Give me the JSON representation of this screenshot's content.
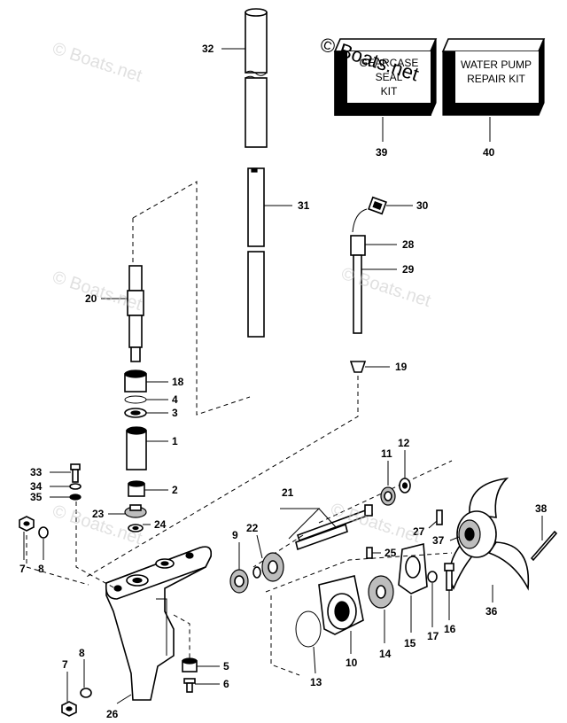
{
  "watermark": "© Boats.net",
  "kits": [
    {
      "num": "39",
      "lines": [
        "GEARCASE",
        "SEAL",
        "KIT"
      ]
    },
    {
      "num": "40",
      "lines": [
        "WATER PUMP",
        "REPAIR KIT"
      ]
    }
  ],
  "callouts": {
    "c32": "32",
    "c31": "31",
    "c30": "30",
    "c28": "28",
    "c29": "29",
    "c20": "20",
    "c18": "18",
    "c4": "4",
    "c3": "3",
    "c19": "19",
    "c1": "1",
    "c2": "2",
    "c33": "33",
    "c34": "34",
    "c35": "35",
    "c23": "23",
    "c24": "24",
    "c7a": "7",
    "c8a": "8",
    "c21": "21",
    "c11": "11",
    "c12": "12",
    "c9": "9",
    "c22": "22",
    "c27": "27",
    "c25": "25",
    "c38": "38",
    "c37": "37",
    "c36": "36",
    "c13": "13",
    "c10": "10",
    "c14": "14",
    "c15": "15",
    "c17": "17",
    "c16": "16",
    "c5": "5",
    "c6": "6",
    "c26": "26",
    "c7b": "7",
    "c8b": "8"
  }
}
